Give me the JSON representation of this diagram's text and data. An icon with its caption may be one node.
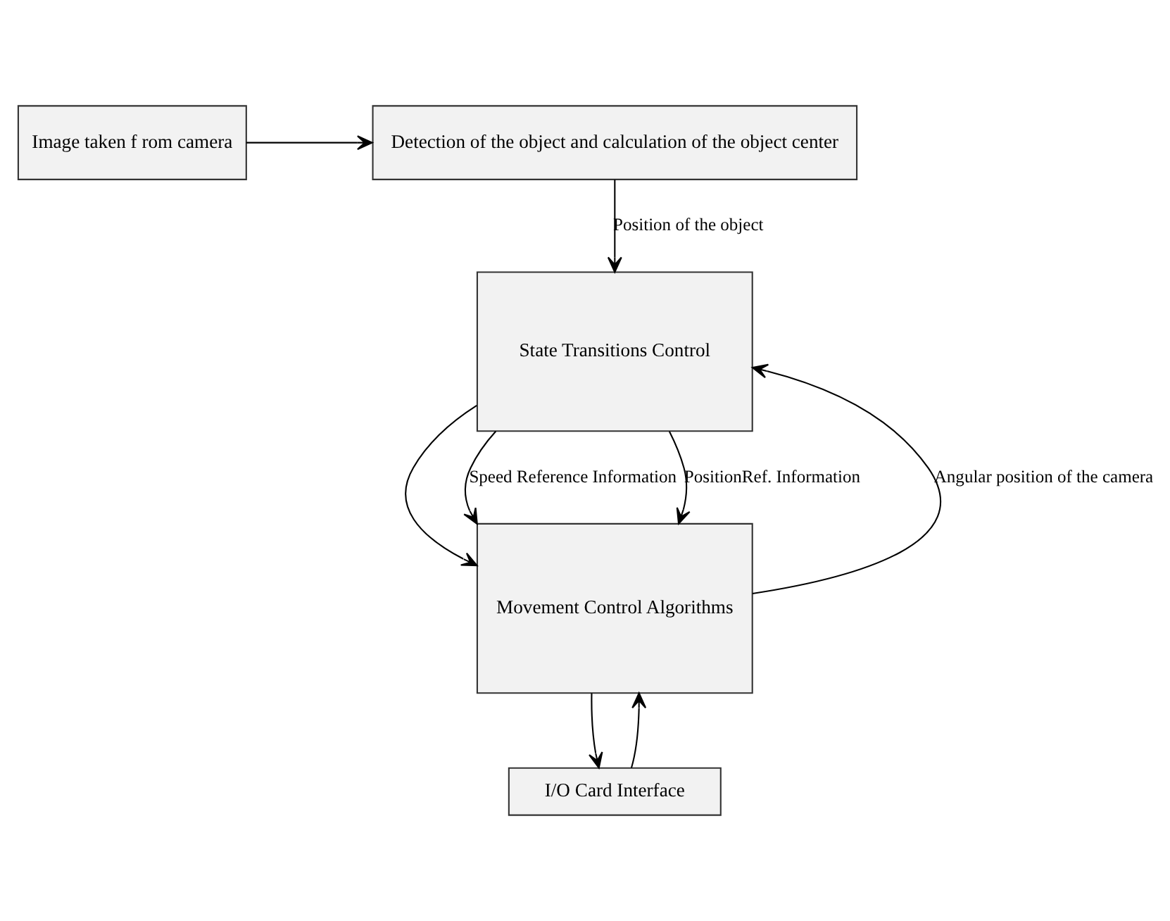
{
  "diagram": {
    "nodes": [
      {
        "text": [
          "Image taken f rom camera"
        ]
      },
      {
        "text": [
          "Detection of the object and calculation of the object center"
        ]
      },
      {
        "text": [
          "State Transitions Control"
        ]
      },
      {
        "text": [
          "Movement Control Algorithms"
        ]
      },
      {
        "text": [
          "I/O Card Interface"
        ]
      }
    ],
    "edges": [
      {
        "from": 0,
        "to": 1,
        "arrow": "to"
      },
      {
        "from": 1,
        "to": 2,
        "arrow": "to",
        "label": "Position of the object"
      },
      {
        "from": 3,
        "to": 2,
        "arrow": "to",
        "label": "Angular position of the camera"
      },
      {
        "from": 2,
        "to": 3,
        "arrow": "to"
      },
      {
        "from": 2,
        "to": 3,
        "arrow": "to",
        "label": "Speed Reference Information"
      },
      {
        "from": 2,
        "to": 3,
        "arrow": "to",
        "label": "PositionRef. Information"
      },
      {
        "from": 3,
        "to": 4,
        "arrow": "to"
      },
      {
        "from": 4,
        "to": 3,
        "arrow": "to"
      }
    ]
  }
}
